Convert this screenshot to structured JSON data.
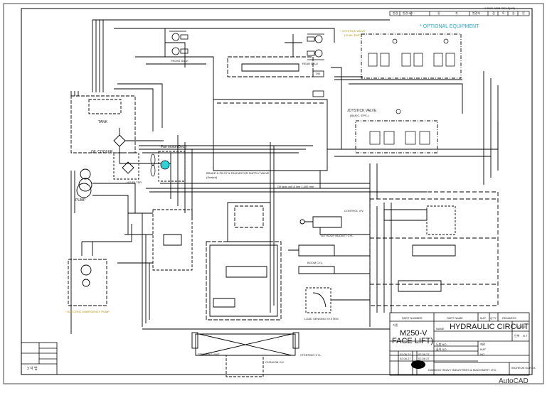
{
  "document": {
    "drawing_number": "H-DMS-0205-REV.0(1/1)",
    "software_label": "AutoCAD"
  },
  "revision_table": {
    "headers": [
      "변경",
      "변경 NO.",
      "일",
      "자",
      "변경자",
      "검",
      "토",
      "승",
      "인"
    ]
  },
  "optional_equipment_label": "* OPTIONAL EQUIPMENT",
  "components": {
    "tank": "TANK",
    "oil_cooler": "OIL COOLER",
    "pump": "PUMP",
    "hp_filter": "H.P FILTER",
    "fan_motor": "Fan motor(Dec.)",
    "brake_pilot_valve": "BRAKE & PILOT & FAN MOTOR SUPPLY VALVE",
    "brake_pilot_valve_sub": "(Sealed)",
    "joystick_valve_optional": "* JOYSTICK VALVE",
    "joystick_valve_optional_sub": "(3+4th, EMT.)",
    "joystick_valve": "JOYSTICK VALVE",
    "joystick_valve_sub": "(BASIC, EPS.)",
    "control_valve": "CONTROL V/V",
    "tilt_cyl": "TILT BODY BUCKET CYL.",
    "boom_cyl": "BOOM CYL.",
    "load_sensing": "LOAD SENSING SYSTEM",
    "steering_unit": "STEERING UNIT",
    "cushion_valve": "CUSHION V/V",
    "steering_cyl": "STEERING CYL.",
    "emergency_pump": "* ELECTRIC EMERGENCY PUMP",
    "tcv": "T/M",
    "front_axle": "FRONT AXLE",
    "rear_axle": "REAR AXLE",
    "note_bottom": "Oil tank unit & line 1,400 mm"
  },
  "title_block": {
    "part_number_label": "PART NUMBER",
    "part_name_label": "PART NAME",
    "mat_label": "MAT",
    "qty_label": "Q'TY",
    "remarks_label": "REMARKS",
    "model_label": "기종",
    "model_value_line1": "M250-V",
    "model_value_line2": "FACE LIFT)",
    "name_label": "NAME",
    "name_value": "HYDRAULIC CIRCUIT",
    "scale_label": "SCALE",
    "unit_label": "단위",
    "unit_value": "N.T",
    "company_note": "DAEWOO HEAVY INDUSTRIES & MACHINERY LTD.",
    "company_location": "INCHEON KOREA",
    "drawn_no": "도번 NO.",
    "sheet_no": "출력 NO.",
    "material": "재료",
    "mat2": "MAT",
    "no_label": "NO.",
    "date1": "02.06.22",
    "date2": "02.06.27",
    "date3": "02.06.27",
    "date4": "02.06.27",
    "corner_label": "3 각 법"
  }
}
